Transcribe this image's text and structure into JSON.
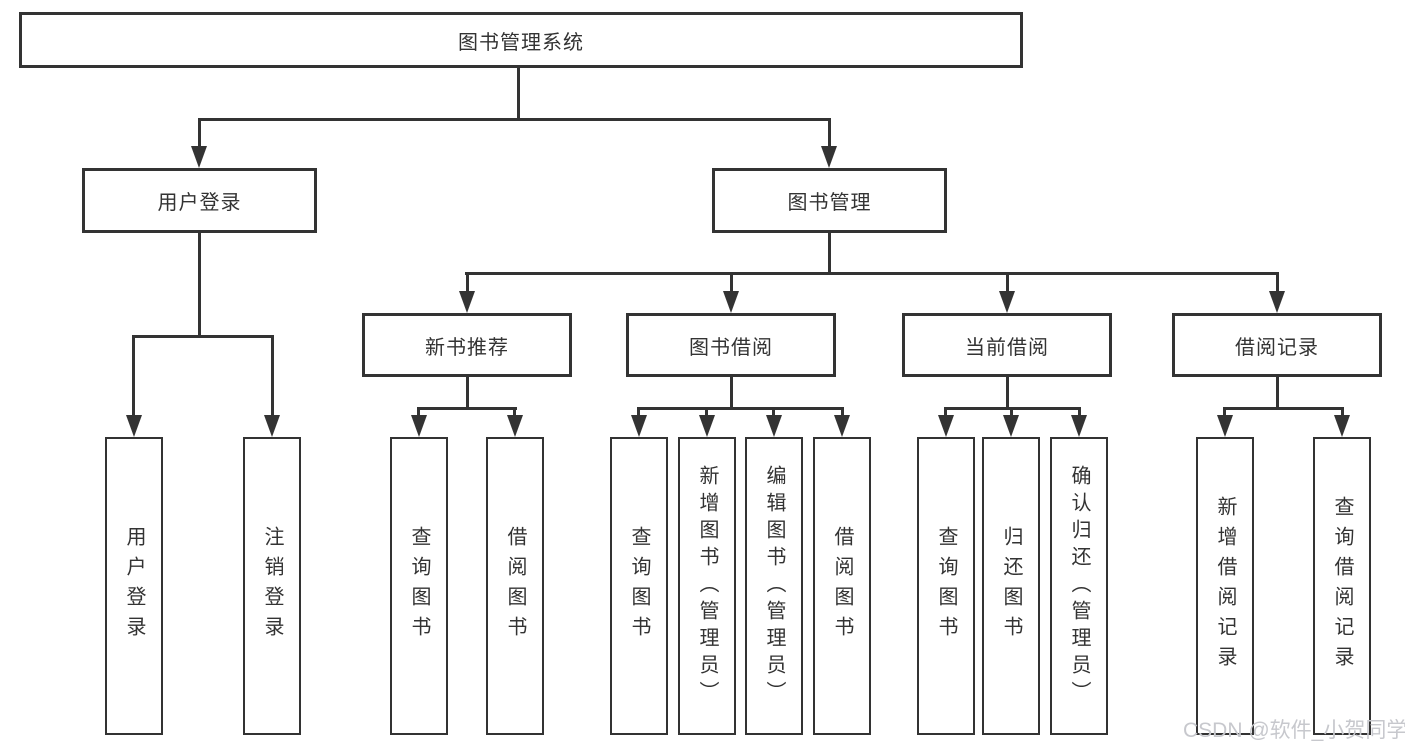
{
  "diagram": {
    "title_node": "图书管理系统",
    "level2": {
      "user_login": "用户登录",
      "book_management": "图书管理"
    },
    "level3": {
      "new_book_recommend": "新书推荐",
      "book_borrowing": "图书借阅",
      "current_borrowing": "当前借阅",
      "borrowing_records": "借阅记录"
    },
    "leaves": {
      "user_login": "用户登录",
      "logout": "注销登录",
      "recommend_query_books": "查询图书",
      "recommend_borrow_books": "借阅图书",
      "borrowing_query_books": "查询图书",
      "borrowing_add_books": "新增图书（管理员）",
      "borrowing_edit_books": "编辑图书（管理员）",
      "borrowing_borrow_books": "借阅图书",
      "current_query_books": "查询图书",
      "current_return_books": "归还图书",
      "current_confirm_return": "确认归还（管理员）",
      "records_add": "新增借阅记录",
      "records_query": "查询借阅记录"
    }
  },
  "watermark": "CSDN @软件_小贺同学",
  "colors": {
    "line": "#333333",
    "text": "#333333",
    "background": "#ffffff",
    "watermark_text": "#c7c8cd"
  }
}
